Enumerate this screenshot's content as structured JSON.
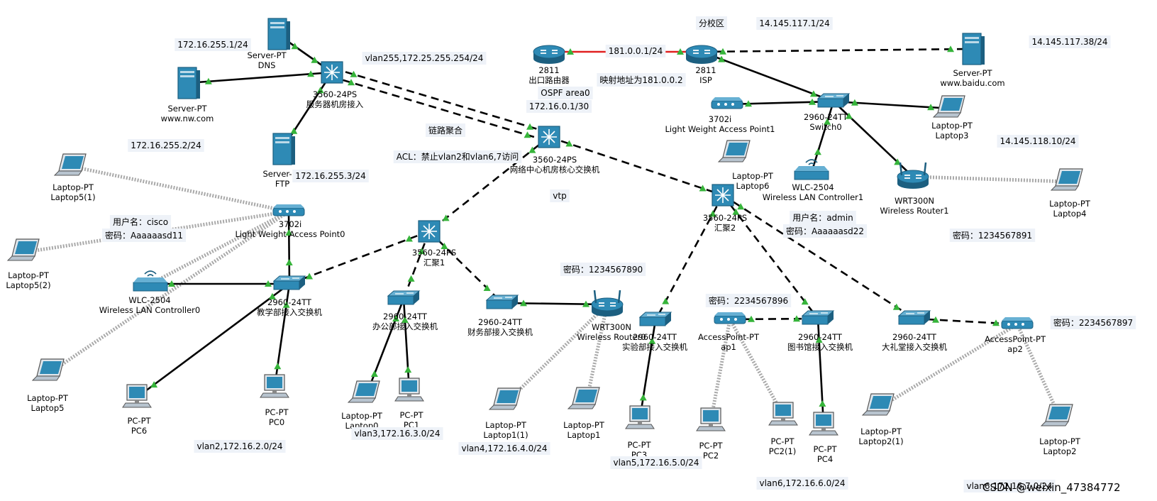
{
  "colors": {
    "device_fill": "#2e8ab5",
    "device_dark": "#1c5f80",
    "link_copper": "#000000",
    "link_serial": "#e02020",
    "link_wireless": "#a9a9a9",
    "port_up": "#36b43a",
    "note_bg": "#eef2f8"
  },
  "nodes": [
    {
      "id": "server-dns",
      "type": "server",
      "model": "Server-PT",
      "name": "DNS"
    },
    {
      "id": "server-nw",
      "type": "server",
      "model": "Server-PT",
      "name": "www.nw.com"
    },
    {
      "id": "server-ftp",
      "type": "server",
      "model": "Server-PT",
      "name": "FTP"
    },
    {
      "id": "sw-server",
      "type": "mlswitch",
      "model": "3560-24PS",
      "name": "服务器机房接入"
    },
    {
      "id": "rt-exit",
      "type": "router",
      "model": "2811",
      "name": "出口路由器"
    },
    {
      "id": "rt-isp",
      "type": "router",
      "model": "2811",
      "name": "ISP"
    },
    {
      "id": "server-baidu",
      "type": "server",
      "model": "Server-PT",
      "name": "www.baidu.com"
    },
    {
      "id": "sw-core",
      "type": "mlswitch",
      "model": "3560-24PS",
      "name": "网络中心机房核心交换机"
    },
    {
      "id": "ap-lw1",
      "type": "ap",
      "model": "3702i",
      "name": "Light Weight Access Point1"
    },
    {
      "id": "sw-switch0",
      "type": "switch",
      "model": "2960-24TT",
      "name": "Switch0"
    },
    {
      "id": "lap-laptop3",
      "type": "laptop",
      "model": "Laptop-PT",
      "name": "Laptop3"
    },
    {
      "id": "lap-laptop6",
      "type": "laptop",
      "model": "Laptop-PT",
      "name": "Laptop6"
    },
    {
      "id": "wlc-1",
      "type": "wlc",
      "model": "WLC-2504",
      "name": "Wireless LAN Controller1"
    },
    {
      "id": "wr-1",
      "type": "wrouter",
      "model": "WRT300N",
      "name": "Wireless Router1"
    },
    {
      "id": "lap-laptop4",
      "type": "laptop",
      "model": "Laptop-PT",
      "name": "Laptop4"
    },
    {
      "id": "sw-agg2",
      "type": "mlswitch",
      "model": "3560-24PS",
      "name": "汇聚2"
    },
    {
      "id": "lap-laptop5-1",
      "type": "laptop",
      "model": "Laptop-PT",
      "name": "Laptop5(1)"
    },
    {
      "id": "ap-lw0",
      "type": "ap",
      "model": "3702i",
      "name": "Light Weight Access Point0"
    },
    {
      "id": "lap-laptop5-2",
      "type": "laptop",
      "model": "Laptop-PT",
      "name": "Laptop5(2)"
    },
    {
      "id": "sw-agg1",
      "type": "mlswitch",
      "model": "3560-24PS",
      "name": "汇聚1"
    },
    {
      "id": "wlc-0",
      "type": "wlc",
      "model": "WLC-2504",
      "name": "Wireless LAN Controller0"
    },
    {
      "id": "sw-teach",
      "type": "switch",
      "model": "2960-24TT",
      "name": "教学部接入交换机"
    },
    {
      "id": "lap-laptop5",
      "type": "laptop",
      "model": "Laptop-PT",
      "name": "Laptop5"
    },
    {
      "id": "pc-pc6",
      "type": "pc",
      "model": "PC-PT",
      "name": "PC6"
    },
    {
      "id": "pc-pc0",
      "type": "pc",
      "model": "PC-PT",
      "name": "PC0"
    },
    {
      "id": "sw-office",
      "type": "switch",
      "model": "2960-24TT",
      "name": "办公部接入交换机"
    },
    {
      "id": "lap-laptop0",
      "type": "laptop",
      "model": "Laptop-PT",
      "name": "Laptop0"
    },
    {
      "id": "pc-pc1",
      "type": "pc",
      "model": "PC-PT",
      "name": "PC1"
    },
    {
      "id": "sw-finance",
      "type": "switch",
      "model": "2960-24TT",
      "name": "财务部接入交换机"
    },
    {
      "id": "wr-0",
      "type": "wrouter",
      "model": "WRT300N",
      "name": "Wireless Router0"
    },
    {
      "id": "lap-laptop1-1",
      "type": "laptop",
      "model": "Laptop-PT",
      "name": "Laptop1(1)"
    },
    {
      "id": "lap-laptop1",
      "type": "laptop",
      "model": "Laptop-PT",
      "name": "Laptop1"
    },
    {
      "id": "sw-lab",
      "type": "switch",
      "model": "2960-24TT",
      "name": "实验部接入交换机"
    },
    {
      "id": "pc-pc3",
      "type": "pc",
      "model": "PC-PT",
      "name": "PC3"
    },
    {
      "id": "ap-ap1",
      "type": "ap",
      "model": "AccessPoint-PT",
      "name": "ap1"
    },
    {
      "id": "pc-pc2",
      "type": "pc",
      "model": "PC-PT",
      "name": "PC2"
    },
    {
      "id": "pc-pc2-1",
      "type": "pc",
      "model": "PC-PT",
      "name": "PC2(1)"
    },
    {
      "id": "sw-library",
      "type": "switch",
      "model": "2960-24TT",
      "name": "图书馆接入交换机"
    },
    {
      "id": "pc-pc4",
      "type": "pc",
      "model": "PC-PT",
      "name": "PC4"
    },
    {
      "id": "sw-hall",
      "type": "switch",
      "model": "2960-24TT",
      "name": "大礼堂接入交换机"
    },
    {
      "id": "ap-ap2",
      "type": "ap",
      "model": "AccessPoint-PT",
      "name": "ap2"
    },
    {
      "id": "lap-laptop2-1",
      "type": "laptop",
      "model": "Laptop-PT",
      "name": "Laptop2(1)"
    },
    {
      "id": "lap-laptop2",
      "type": "laptop",
      "model": "Laptop-PT",
      "name": "Laptop2"
    }
  ],
  "links": [
    {
      "from": "server-dns",
      "to": "sw-server",
      "type": "copper"
    },
    {
      "from": "server-nw",
      "to": "sw-server",
      "type": "copper"
    },
    {
      "from": "server-ftp",
      "to": "sw-server",
      "type": "copper"
    },
    {
      "from": "sw-server",
      "to": "sw-core",
      "type": "crossover"
    },
    {
      "from": "sw-server",
      "to": "sw-core",
      "type": "crossover"
    },
    {
      "from": "rt-exit",
      "to": "rt-isp",
      "type": "serial"
    },
    {
      "from": "rt-isp",
      "to": "server-baidu",
      "type": "crossover"
    },
    {
      "from": "rt-isp",
      "to": "sw-switch0",
      "type": "copper"
    },
    {
      "from": "ap-lw1",
      "to": "sw-switch0",
      "type": "copper"
    },
    {
      "from": "sw-switch0",
      "to": "lap-laptop3",
      "type": "copper"
    },
    {
      "from": "sw-switch0",
      "to": "wlc-1",
      "type": "copper"
    },
    {
      "from": "sw-switch0",
      "to": "wr-1",
      "type": "copper"
    },
    {
      "from": "wr-1",
      "to": "lap-laptop4",
      "type": "wireless"
    },
    {
      "from": "sw-core",
      "to": "sw-agg2",
      "type": "crossover"
    },
    {
      "from": "sw-core",
      "to": "sw-agg1",
      "type": "crossover"
    },
    {
      "from": "ap-lw0",
      "to": "lap-laptop5-1",
      "type": "wireless"
    },
    {
      "from": "ap-lw0",
      "to": "lap-laptop5-2",
      "type": "wireless"
    },
    {
      "from": "ap-lw0",
      "to": "lap-laptop5",
      "type": "wireless"
    },
    {
      "from": "ap-lw0",
      "to": "wlc-0",
      "type": "wireless"
    },
    {
      "from": "ap-lw0",
      "to": "sw-teach",
      "type": "copper"
    },
    {
      "from": "wlc-0",
      "to": "sw-teach",
      "type": "copper"
    },
    {
      "from": "sw-agg1",
      "to": "sw-teach",
      "type": "crossover"
    },
    {
      "from": "sw-teach",
      "to": "pc-pc6",
      "type": "copper"
    },
    {
      "from": "sw-teach",
      "to": "pc-pc0",
      "type": "copper"
    },
    {
      "from": "sw-agg1",
      "to": "sw-office",
      "type": "crossover"
    },
    {
      "from": "sw-office",
      "to": "lap-laptop0",
      "type": "copper"
    },
    {
      "from": "sw-office",
      "to": "pc-pc1",
      "type": "copper"
    },
    {
      "from": "sw-agg1",
      "to": "sw-finance",
      "type": "crossover"
    },
    {
      "from": "sw-finance",
      "to": "wr-0",
      "type": "copper"
    },
    {
      "from": "wr-0",
      "to": "lap-laptop1-1",
      "type": "wireless"
    },
    {
      "from": "wr-0",
      "to": "lap-laptop1",
      "type": "wireless"
    },
    {
      "from": "sw-agg2",
      "to": "sw-lab",
      "type": "crossover"
    },
    {
      "from": "sw-lab",
      "to": "pc-pc3",
      "type": "copper"
    },
    {
      "from": "sw-agg2",
      "to": "sw-library",
      "type": "crossover"
    },
    {
      "from": "ap-ap1",
      "to": "sw-library",
      "type": "crossover"
    },
    {
      "from": "ap-ap1",
      "to": "pc-pc2",
      "type": "wireless"
    },
    {
      "from": "ap-ap1",
      "to": "pc-pc2-1",
      "type": "wireless"
    },
    {
      "from": "sw-library",
      "to": "pc-pc4",
      "type": "copper"
    },
    {
      "from": "sw-agg2",
      "to": "sw-hall",
      "type": "crossover"
    },
    {
      "from": "sw-hall",
      "to": "ap-ap2",
      "type": "crossover"
    },
    {
      "from": "ap-ap2",
      "to": "lap-laptop2-1",
      "type": "wireless"
    },
    {
      "from": "ap-ap2",
      "to": "lap-laptop2",
      "type": "wireless"
    }
  ],
  "notes": [
    "172.16.255.1/24",
    "vlan255,172.25.255.254/24",
    "172.16.255.2/24",
    "172.16.255.3/24",
    "181.0.0.1/24",
    "映射地址为181.0.0.2",
    "OSPF area0",
    "172.16.0.1/30",
    "链路聚合",
    "ACL：禁止vlan2和vlan6,7访问",
    "vtp",
    "分校区",
    "14.145.117.1/24",
    "14.145.117.38/24",
    "14.145.118.10/24",
    "用户名：cisco",
    "密码：Aaaaaasd11",
    "用户名：admin",
    "密码：Aaaaaasd22",
    "密码：1234567891",
    "密码：1234567890",
    "密码：2234567896",
    "密码：2234567897",
    "vlan2,172.16.2.0/24",
    "vlan3,172.16.3.0/24",
    "vlan4,172.16.4.0/24",
    "vlan5,172.16.5.0/24",
    "vlan6,172.16.6.0/24",
    "vlan6,172.16.7.0/24"
  ],
  "watermark": "CSDN @weixin_47384772"
}
